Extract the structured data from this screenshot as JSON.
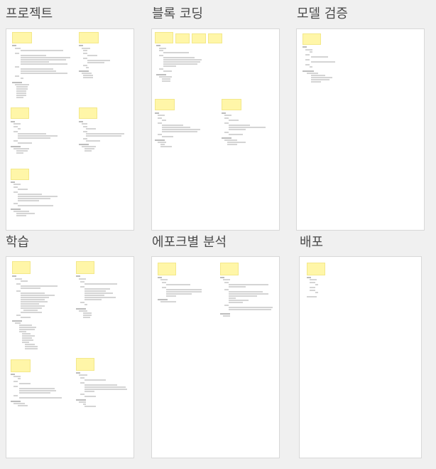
{
  "sections": [
    {
      "title": "프로젝트"
    },
    {
      "title": "블록 코딩"
    },
    {
      "title": "모델 검증"
    },
    {
      "title": "학습"
    },
    {
      "title": "에포크별 분석"
    },
    {
      "title": "배포"
    }
  ],
  "colors": {
    "background": "#f0f0f0",
    "card": "#ffffff",
    "card_border": "#d8d8d8",
    "sticky_note": "#fff6a8",
    "title_text": "#4a4a4a",
    "placeholder_line": "#d4d4d4"
  }
}
